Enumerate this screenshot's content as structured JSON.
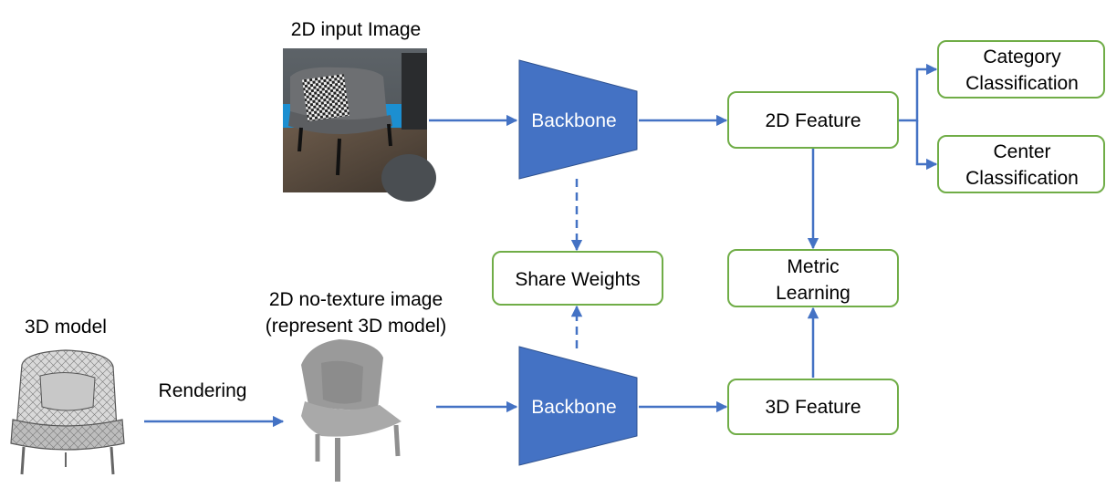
{
  "labels": {
    "input_image_title": "2D input Image",
    "model_title": "3D model",
    "rendering": "Rendering",
    "notexture_line1": "2D no-texture image",
    "notexture_line2": "(represent 3D model)"
  },
  "nodes": {
    "backbone_top": "Backbone",
    "backbone_bottom": "Backbone",
    "share_weights": "Share Weights",
    "feature_2d": "2D Feature",
    "feature_3d": "3D Feature",
    "metric_line1": "Metric",
    "metric_line2": "Learning",
    "category_line1": "Category",
    "category_line2": "Classification",
    "center_line1": "Center",
    "center_line2": "Classification"
  },
  "colors": {
    "accent_blue": "#4472c4",
    "box_green": "#70ad47"
  }
}
